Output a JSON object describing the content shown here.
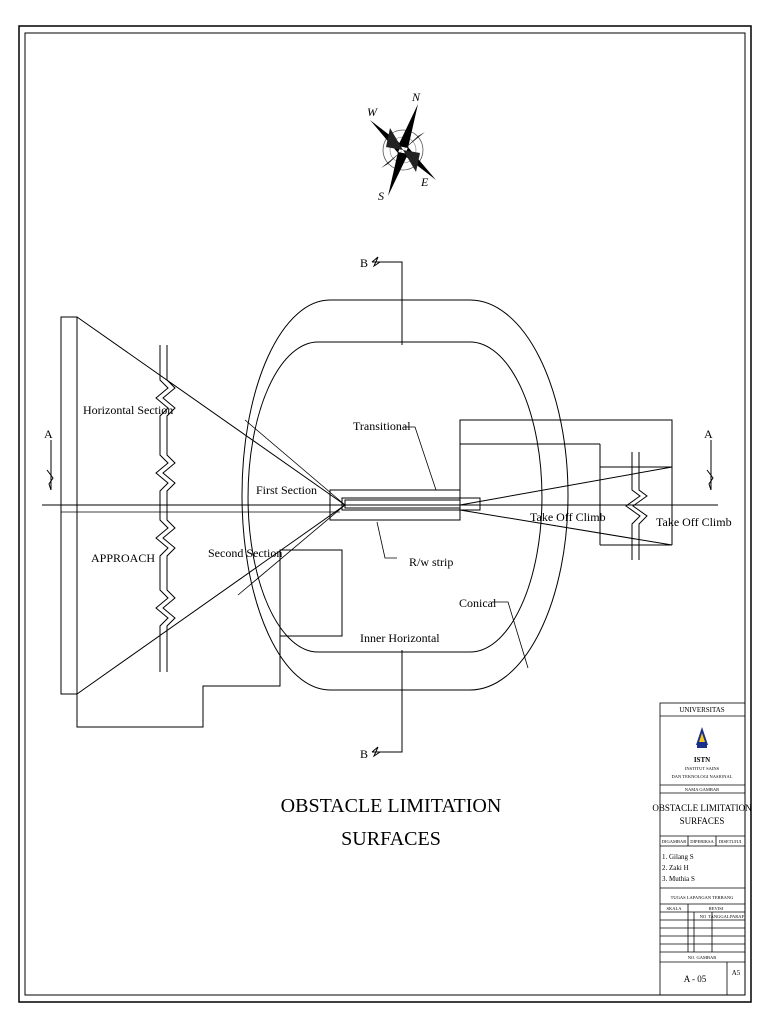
{
  "compass": {
    "n": "N",
    "e": "E",
    "s": "S",
    "w": "W"
  },
  "section_marks": {
    "b_top": "B",
    "b_bottom": "B",
    "a_left": "A",
    "a_right": "A"
  },
  "labels": {
    "horizontal_section": "Horizontal Section",
    "approach": "APPROACH",
    "first_section": "First Section",
    "second_section": "Second Section",
    "transitional": "Transitional",
    "take_off_climb_1": "Take Off Climb",
    "take_off_climb_2": "Take Off Climb",
    "rw_strip": "R/w strip",
    "conical": "Conical",
    "inner_horizontal": "Inner Horizontal"
  },
  "title": {
    "line1": "OBSTACLE LIMITATION",
    "line2": "SURFACES"
  },
  "title_block": {
    "university_header": "UNIVERSITAS",
    "logo_text": "ISTN",
    "institute_line1": "INSTITUT SAINS",
    "institute_line2": "DAN TEKNOLOGI NASIONAL",
    "drawing_name_header": "NAMA GAMBAR",
    "drawing_title_line1": "OBSTACLE LIMITATION",
    "drawing_title_line2": "SURFACES",
    "col_drawn": "DIGAMBAR",
    "col_checked": "DIPERIKSA",
    "col_approved": "DISETUJUI",
    "members": [
      "1. Gilang S",
      "2. Zaki H",
      "3. Muthia S"
    ],
    "assignment": "TUGAS LAPANGAN TERBANG",
    "scale_header": "SKALA",
    "revision_header": "REVISI",
    "rev_no": "NO",
    "rev_date": "TANGGAL",
    "rev_initial": "PARAF",
    "sheet_no_header": "NO. GAMBAR",
    "sheet_no": "A - 05",
    "paper_size": "A5"
  }
}
